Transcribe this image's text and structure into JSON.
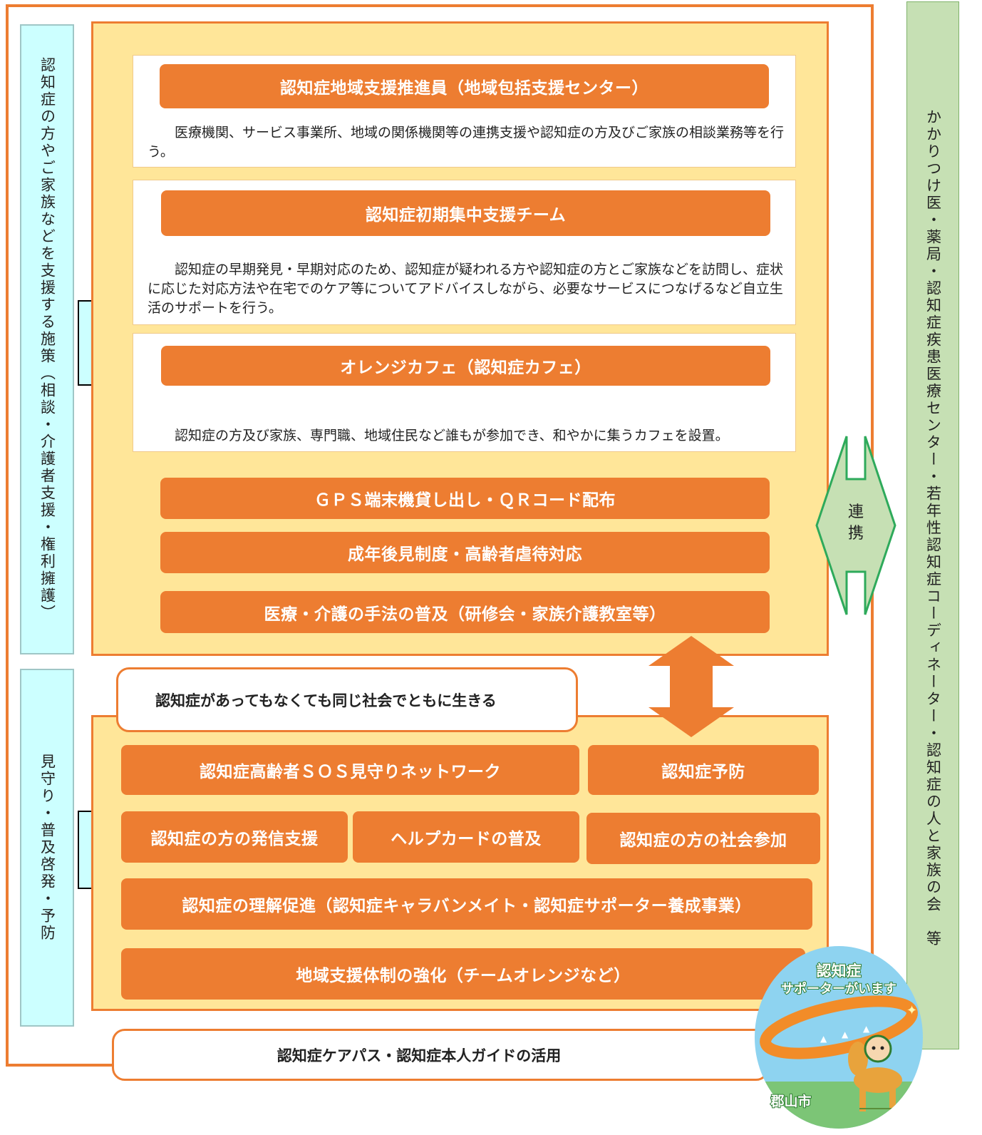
{
  "left_column": {
    "upper_label": "認知症の方やご家族などを支援する施策（相談・介護者支援・権利擁護）",
    "lower_label": "見守り・普及啓発・予防"
  },
  "upper_section": {
    "cards": [
      {
        "title": "認知症地域支援推進員（地域包括支援センター）",
        "description": "医療機関、サービス事業所、地域の関係機関等の連携支援や認知症の方及びご家族の相談業務等を行う。"
      },
      {
        "title": "認知症初期集中支援チーム",
        "description": "認知症の早期発見・早期対応のため、認知症が疑われる方や認知症の方とご家族などを訪問し、症状に応じた対応方法や在宅でのケア等についてアドバイスしながら、必要なサービスにつなげるなど自立生活のサポートを行う。"
      },
      {
        "title": "オレンジカフェ（認知症カフェ）",
        "description": "認知症の方及び家族、専門職、地域住民など誰もが参加でき、和やかに集うカフェを設置。"
      }
    ],
    "bars": [
      "ＧＰＳ端末機貸し出し・ＱＲコード配布",
      "成年後見制度・高齢者虐待対応",
      "医療・介護の手法の普及（研修会・家族介護教室等）"
    ]
  },
  "motto": "認知症があってもなくても同じ社会でともに生きる",
  "lower_section": {
    "row1": [
      "認知症高齢者ＳＯＳ見守りネットワーク",
      "認知症予防"
    ],
    "row2": [
      "認知症の方の発信支援",
      "ヘルプカードの普及",
      "認知症の方の社会参加"
    ],
    "row3": "認知症の理解促進（認知症キャラバンメイト・認知症サポーター養成事業）",
    "row4": "地域支援体制の強化（チームオレンジなど）"
  },
  "bottom_pill": "認知症ケアパス・認知症本人ガイドの活用",
  "right_column": {
    "label": "かかりつけ医・薬局・認知症疾患医療センター・若年性認知症コーディネーター・認知症の人と家族の会　等"
  },
  "link_arrow": {
    "label_line1": "連",
    "label_line2": "携"
  },
  "logo": {
    "line1": "認知症",
    "line2": "サポーターがいます",
    "city": "郡山市"
  },
  "colors": {
    "orange": "#ED7D31",
    "pale_yellow": "#FFE699",
    "light_cyan": "#CCFFFF",
    "light_green": "#C6E0B4",
    "green_stroke": "#2EAA5B"
  }
}
